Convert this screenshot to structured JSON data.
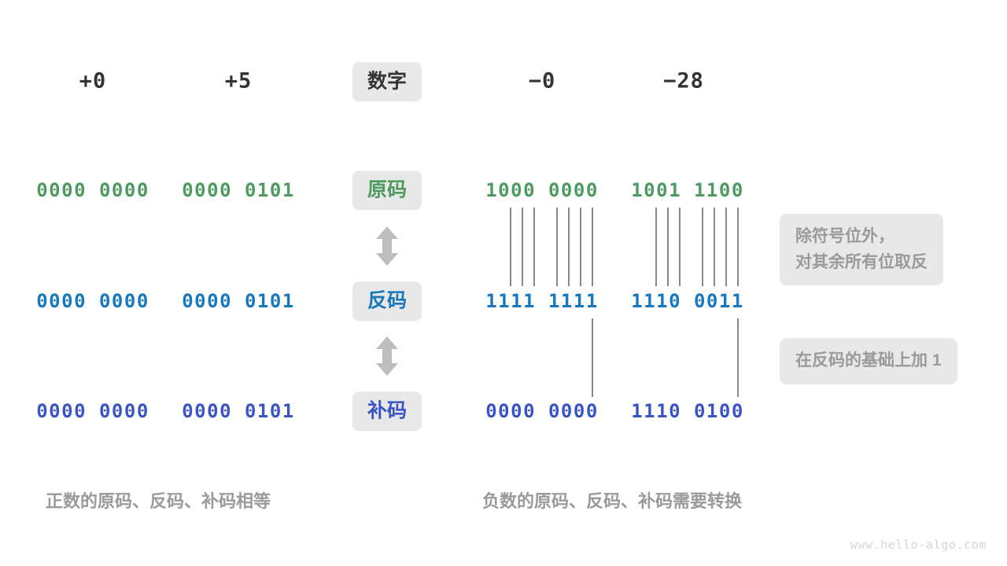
{
  "meta": {
    "watermark": "www.hello-algo.com",
    "colors": {
      "sign_magnitude": "#4e9a5f",
      "ones_complement": "#1778be",
      "twos_complement": "#3b54c4",
      "label_dark": "#333333",
      "note_text": "#9a9a9a",
      "pill_bg": "#e8e8e8",
      "connector_line": "#888888",
      "arrow": "#bdbdbd",
      "background": "#ffffff"
    }
  },
  "header": {
    "left_numbers": [
      "+0",
      "+5"
    ],
    "center_label": "数字",
    "right_numbers": [
      "−0",
      "−28"
    ]
  },
  "rows": [
    {
      "label": "原码",
      "color_key": "sign_magnitude",
      "values": [
        "0000 0000",
        "0000 0101",
        "1000 0000",
        "1001 1100"
      ]
    },
    {
      "label": "反码",
      "color_key": "ones_complement",
      "values": [
        "0000 0000",
        "0000 0101",
        "1111 1111",
        "1110 0011"
      ]
    },
    {
      "label": "补码",
      "color_key": "twos_complement",
      "values": [
        "0000 0000",
        "0000 0101",
        "0000 0000",
        "1110 0100"
      ]
    }
  ],
  "notes": [
    {
      "id": "note-invert",
      "text": "除符号位外，\n对其余所有位取反"
    },
    {
      "id": "note-add-one",
      "text": "在反码的基础上加 1"
    }
  ],
  "captions": {
    "left": "正数的原码、反码、补码相等",
    "right": "负数的原码、反码、补码需要转换"
  },
  "arrows": {
    "upper": "double-headed-vertical-arrow",
    "lower": "double-headed-vertical-arrow"
  }
}
